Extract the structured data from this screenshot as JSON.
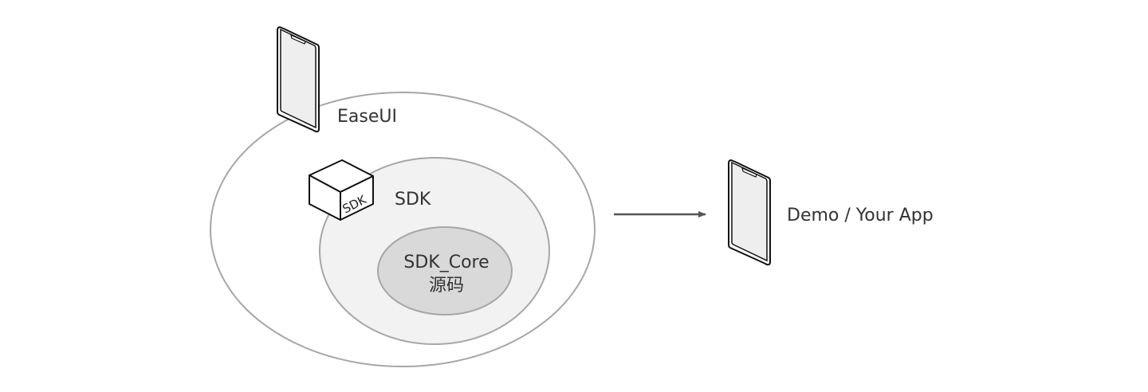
{
  "diagram": {
    "layers": {
      "easeui": {
        "label": "EaseUI"
      },
      "sdk": {
        "label": "SDK"
      },
      "core": {
        "label_line1": "SDK_Core",
        "label_line2": "源码"
      }
    },
    "cube_icon": {
      "icon": "sdk-cube-icon",
      "text": "SDK"
    },
    "phone_icon": "mobile-phone-icon",
    "target": {
      "label": "Demo / Your App"
    },
    "colors": {
      "stroke": "#a6a6a6",
      "outer_fill": "#ffffff",
      "middle_fill": "#f2f2f2",
      "core_fill": "#d9d9d9",
      "arrow": "#555555",
      "phone_screen": "#eeeeee",
      "phone_outline": "#111111",
      "text": "#333333"
    }
  }
}
